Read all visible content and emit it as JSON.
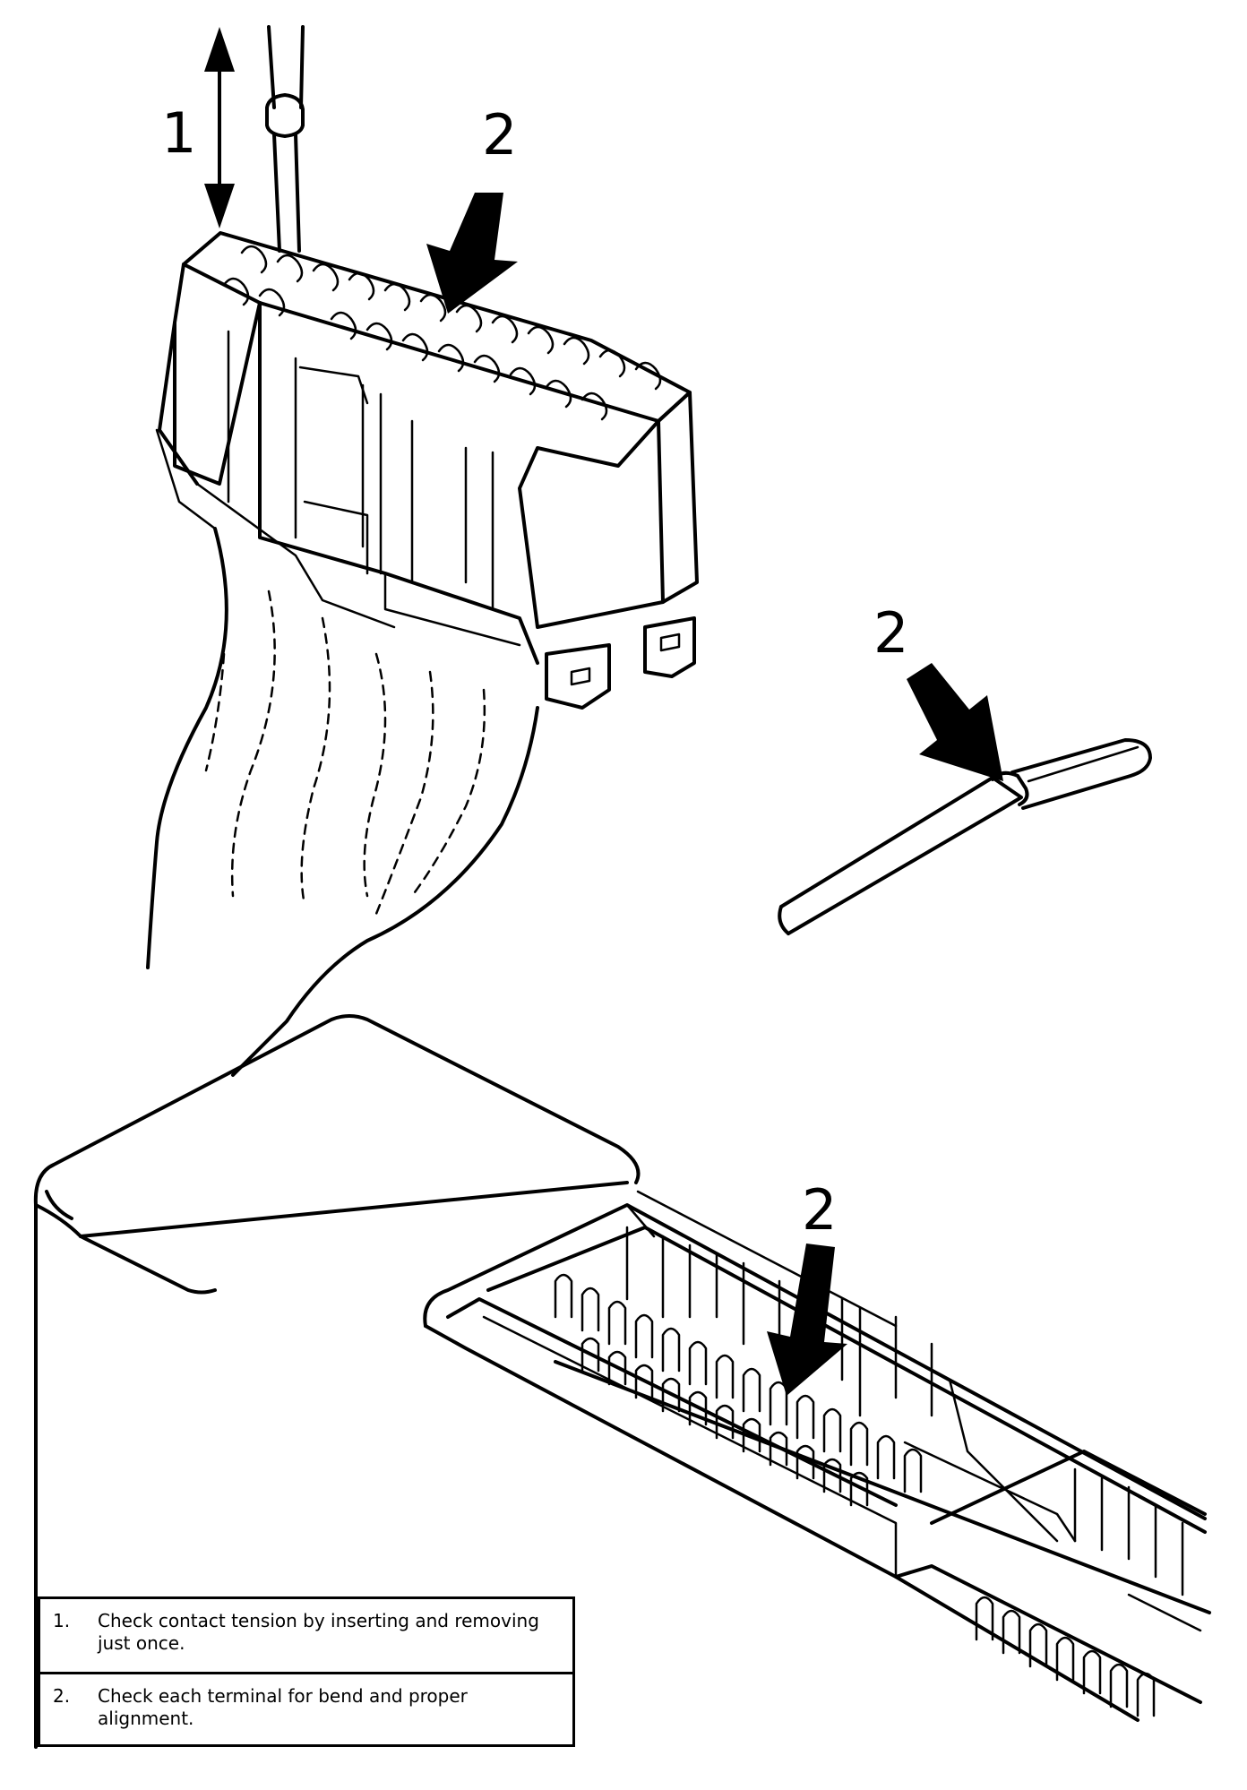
{
  "callouts": {
    "c1": "1",
    "c2_connector": "2",
    "c2_terminal": "2",
    "c2_ecu": "2"
  },
  "legend": {
    "items": [
      {
        "number": "1.",
        "text": "Check contact tension by inserting and removing just once."
      },
      {
        "number": "2.",
        "text": "Check each terminal for bend and proper alignment."
      }
    ]
  }
}
